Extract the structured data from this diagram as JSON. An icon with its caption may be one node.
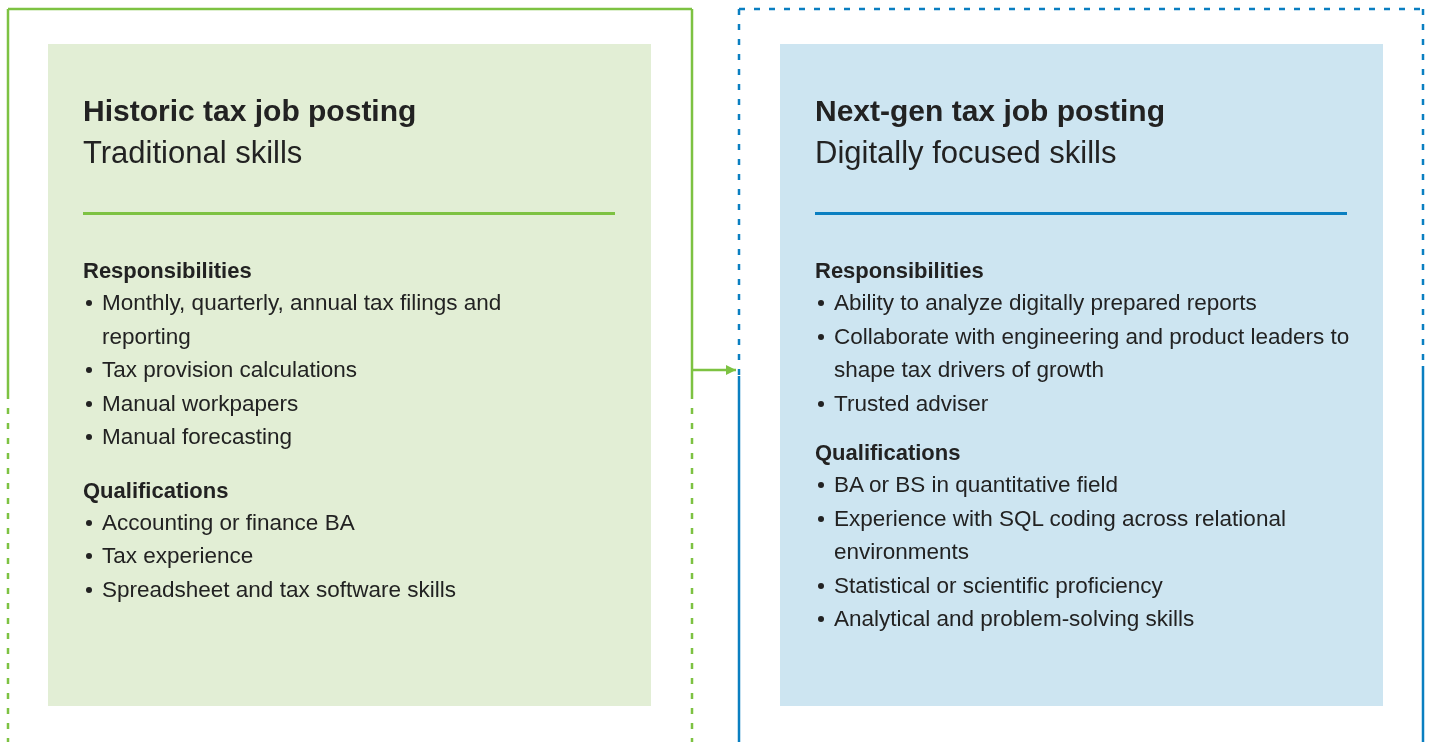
{
  "diagram": {
    "nodes": [
      {
        "text": [],
        "shape": "box"
      },
      {
        "text": [
          "Historic tax job posting",
          "Traditional skills",
          "Responsibilities",
          "Monthly, quarterly, annual tax filings and reporting",
          "Tax provision calculations",
          "Manual workpapers",
          "Manual forecasting",
          "Qualifications",
          "Accounting or finance BA",
          "Tax experience",
          "Spreadsheet and tax software skills"
        ],
        "in": 0
      },
      {
        "text": [],
        "shape": "box"
      },
      {
        "text": [
          "Next-gen tax job posting",
          "Digitally focused skills",
          "Responsibilities",
          "Ability to analyze digitally prepared reports",
          "Collaborate with engineering and product leaders to shape tax drivers of growth",
          "Trusted adviser",
          "Qualifications",
          "BA or BS in quantitative field",
          "Experience with SQL coding across relational environments",
          "Statistical or scientific proficiency",
          "Analytical and problem-solving skills"
        ],
        "in": 2
      }
    ],
    "edges": [
      {
        "from": 0,
        "to": 2,
        "arrow": "to"
      }
    ]
  }
}
